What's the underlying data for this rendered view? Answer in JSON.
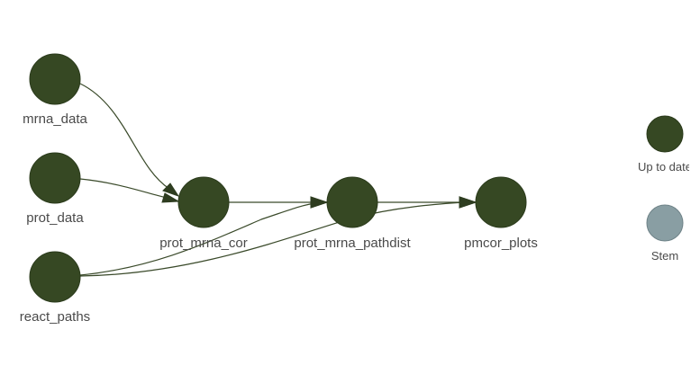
{
  "colors": {
    "up_to_date": "#364823",
    "stem": "#899ea3",
    "stem_border": "#6f8388",
    "edge": "#3a4a2a"
  },
  "nodes": [
    {
      "id": "mrna_data",
      "label": "mrna_data",
      "status": "up_to_date"
    },
    {
      "id": "prot_data",
      "label": "prot_data",
      "status": "up_to_date"
    },
    {
      "id": "react_paths",
      "label": "react_paths",
      "status": "up_to_date"
    },
    {
      "id": "prot_mrna_cor",
      "label": "prot_mrna_cor",
      "status": "up_to_date"
    },
    {
      "id": "prot_mrna_pathdist",
      "label": "prot_mrna_pathdist",
      "status": "up_to_date"
    },
    {
      "id": "pmcor_plots",
      "label": "pmcor_plots",
      "status": "up_to_date"
    }
  ],
  "edges": [
    {
      "from": "mrna_data",
      "to": "prot_mrna_cor"
    },
    {
      "from": "prot_data",
      "to": "prot_mrna_cor"
    },
    {
      "from": "react_paths",
      "to": "prot_mrna_pathdist"
    },
    {
      "from": "react_paths",
      "to": "pmcor_plots"
    },
    {
      "from": "prot_mrna_cor",
      "to": "prot_mrna_pathdist"
    },
    {
      "from": "prot_mrna_pathdist",
      "to": "pmcor_plots"
    }
  ],
  "legend": {
    "items": [
      {
        "label": "Up to date",
        "status": "up_to_date"
      },
      {
        "label": "Stem",
        "status": "stem"
      }
    ]
  }
}
